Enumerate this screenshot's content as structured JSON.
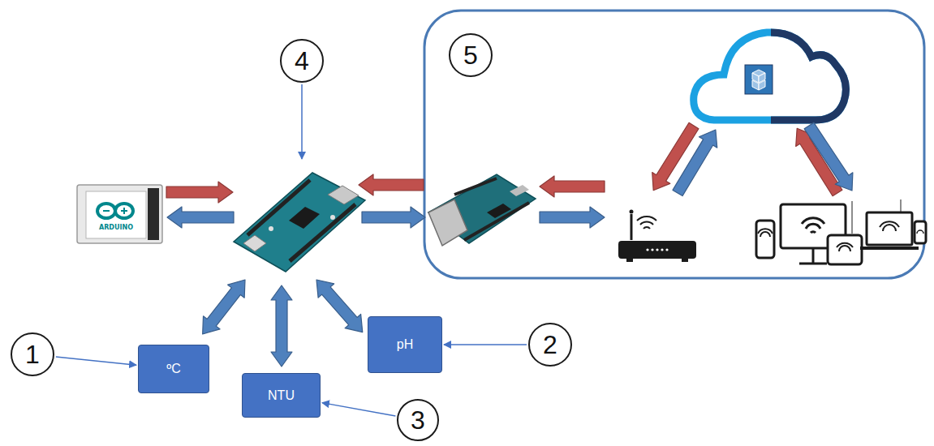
{
  "diagram": {
    "nodes": [
      {
        "text": [
          "4"
        ]
      },
      {
        "text": [
          "5"
        ]
      },
      {
        "text": [
          "1"
        ]
      },
      {
        "text": [
          "ºC"
        ]
      },
      {
        "text": [
          "NTU"
        ]
      },
      {
        "text": [
          "pH"
        ]
      },
      {
        "text": [
          "2"
        ]
      },
      {
        "text": [
          "3"
        ]
      }
    ],
    "edges": [
      {
        "from": 2,
        "to": 3,
        "arrow": "to"
      },
      {
        "from": 6,
        "to": 5,
        "arrow": "to"
      },
      {
        "from": 7,
        "to": 4,
        "arrow": "to"
      }
    ],
    "labels": [
      "ARDUINO"
    ]
  }
}
